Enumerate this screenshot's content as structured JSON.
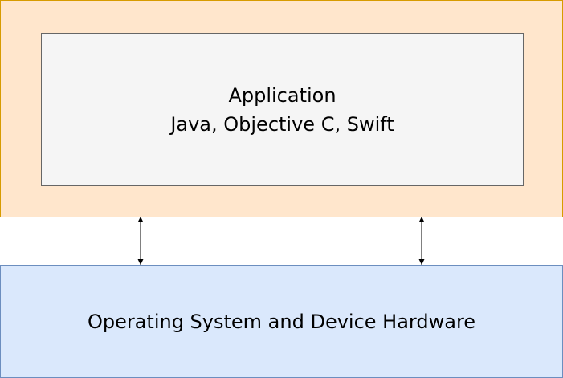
{
  "application_layer": {
    "title": "Application",
    "languages": "Java, Objective C, Swift"
  },
  "os_layer": {
    "label": "Operating System and Device Hardware"
  },
  "colors": {
    "outer_fill": "#ffe6cc",
    "outer_stroke": "#d79b00",
    "app_fill": "#f5f5f5",
    "app_stroke": "#666666",
    "os_fill": "#dae8fc",
    "os_stroke": "#6c8ebf",
    "arrow": "#000000"
  },
  "connectors": [
    {
      "from": "application-layer",
      "to": "os-layer",
      "direction": "bidirectional"
    },
    {
      "from": "application-layer",
      "to": "os-layer",
      "direction": "bidirectional"
    }
  ]
}
